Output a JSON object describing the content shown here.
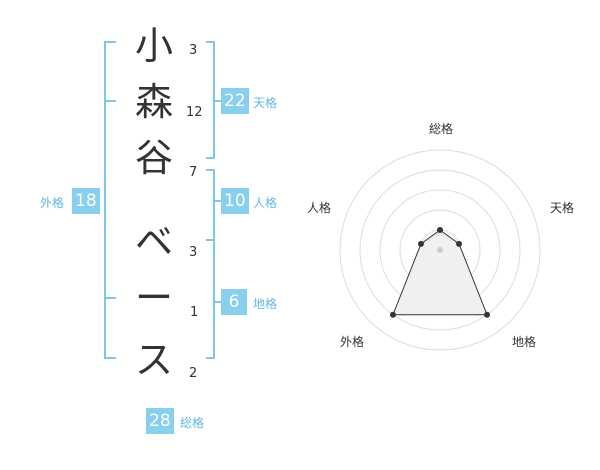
{
  "name": {
    "chars": [
      {
        "char": "小",
        "strokes": "3"
      },
      {
        "char": "森",
        "strokes": "12"
      },
      {
        "char": "谷",
        "strokes": "7"
      },
      {
        "char": "ベ",
        "strokes": "3"
      },
      {
        "char": "ー",
        "strokes": "1"
      },
      {
        "char": "ス",
        "strokes": "2"
      }
    ]
  },
  "grid": {
    "tenkaku": {
      "label": "天格",
      "value": "22"
    },
    "jinkaku": {
      "label": "人格",
      "value": "10"
    },
    "chikaku": {
      "label": "地格",
      "value": "6"
    },
    "gaikaku": {
      "label": "外格",
      "value": "18"
    },
    "soukaku": {
      "label": "総格",
      "value": "28"
    }
  },
  "radar": {
    "axes": [
      "総格",
      "天格",
      "地格",
      "外格",
      "人格"
    ],
    "levels": 5,
    "values": [
      1,
      1,
      4,
      4,
      1
    ],
    "colors": {
      "grid": "#dddddd",
      "fill": "#eeeeee",
      "line": "#333333",
      "point": "#333333",
      "center": "#cccccc"
    }
  },
  "colors": {
    "accent": "#89cfee",
    "bracket": "#7fc7ea",
    "label": "#61b9e4"
  }
}
